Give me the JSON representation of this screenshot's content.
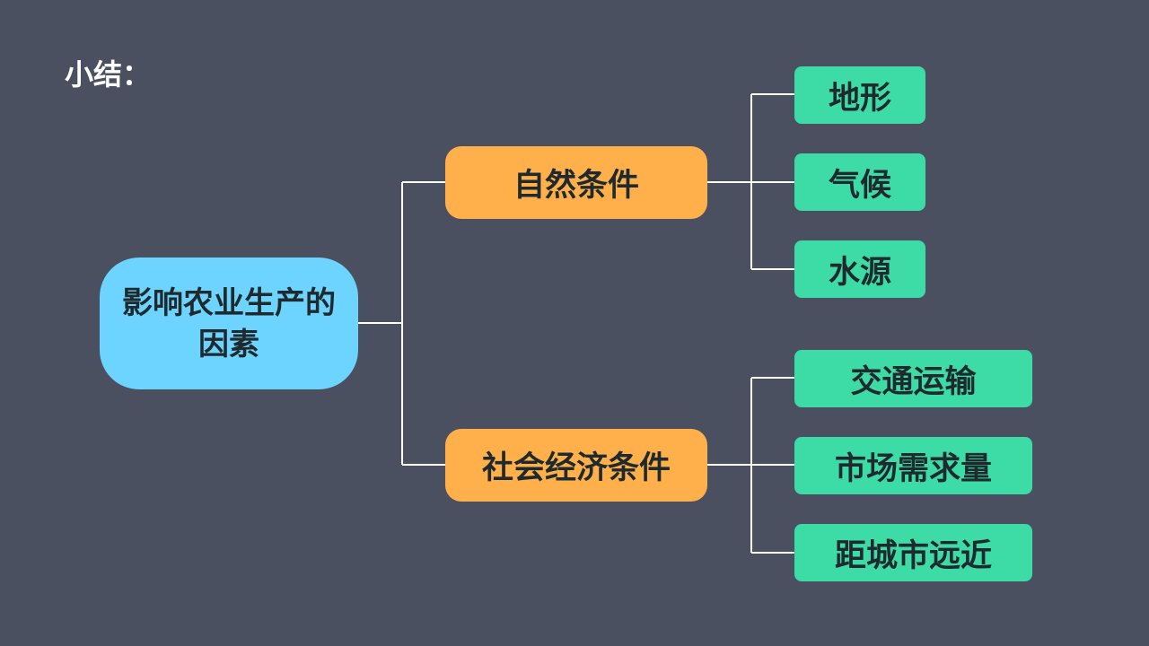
{
  "title": "小结：",
  "root": {
    "label": "影响农业生产的因素"
  },
  "branches": [
    {
      "label": "自然条件",
      "children": [
        "地形",
        "气候",
        "水源"
      ]
    },
    {
      "label": "社会经济条件",
      "children": [
        "交通运输",
        "市场需求量",
        "距城市远近"
      ]
    }
  ],
  "colors": {
    "background": "#4a5060",
    "root": "#6dd3ff",
    "branch": "#ffb04a",
    "leaf": "#3ddba6",
    "connector": "#ffffff"
  }
}
